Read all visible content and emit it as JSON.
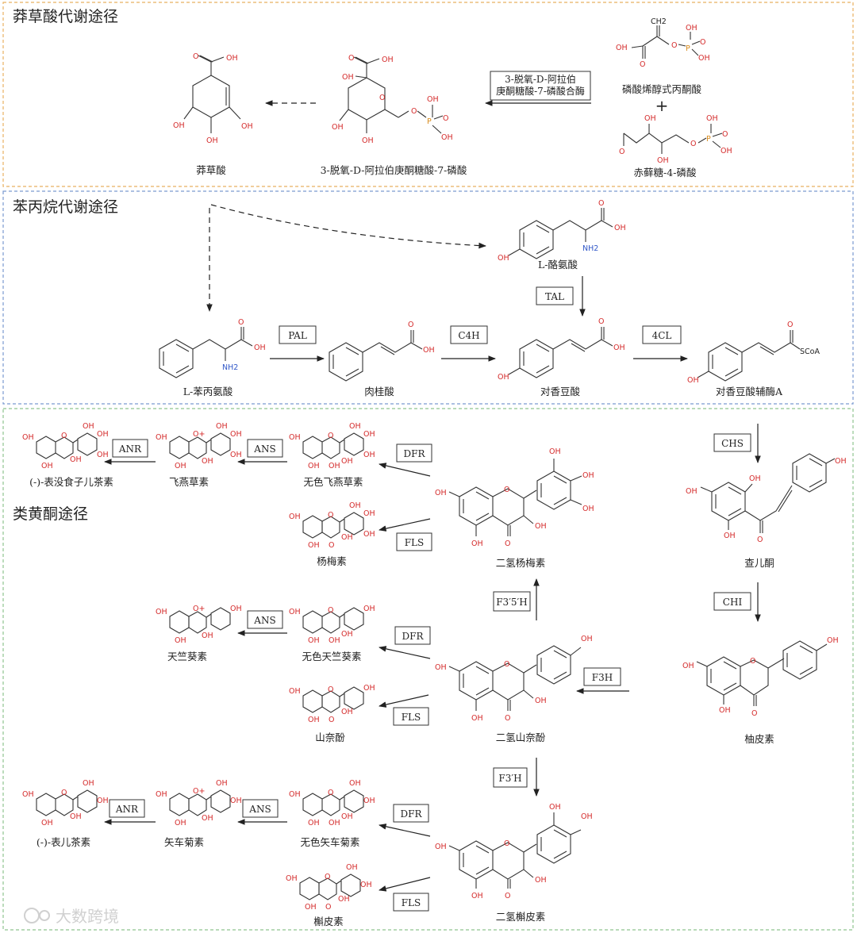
{
  "sections": {
    "shikimate": {
      "title": "莽草酸代谢途径",
      "border_color": "#e8b060"
    },
    "phenylpropanoid": {
      "title": "苯丙烷代谢途径",
      "border_color": "#7a9ad0"
    },
    "flavonoid": {
      "title": "类黄酮途径",
      "border_color": "#8fc48f"
    }
  },
  "compounds": {
    "shikimic_acid": "莽草酸",
    "dahp": "3-脱氧-D-阿拉伯庚酮糖酸-7-磷酸",
    "pep": "磷酸烯醇式丙酮酸",
    "e4p": "赤藓糖-4-磷酸",
    "tyrosine": "L-酪氨酸",
    "phenylalanine": "L-苯丙氨酸",
    "cinnamic_acid": "肉桂酸",
    "p_coumaric_acid": "对香豆酸",
    "p_coumaroyl_coa": "对香豆酸辅酶A",
    "chalcone": "查儿酮",
    "naringenin": "柚皮素",
    "dihydromyricetin": "二氢杨梅素",
    "leucodelphinidin": "无色飞燕草素",
    "delphinidin": "飞燕草素",
    "epigallocatechin": "(-)-表没食子儿茶素",
    "myricetin": "杨梅素",
    "dihydrokaempferol": "二氢山奈酚",
    "leucopelargonidin": "无色天竺葵素",
    "pelargonidin": "天竺葵素",
    "kaempferol": "山奈酚",
    "dihydroquercetin": "二氢槲皮素",
    "leucocyanidin": "无色矢车菊素",
    "cyanidin": "矢车菊素",
    "epicatechin": "(-)-表儿茶素",
    "quercetin": "槲皮素"
  },
  "enzymes": {
    "dahp_synthase_line1": "3-脱氧-D-阿拉伯",
    "dahp_synthase_line2": "庚酮糖酸-7-磷酸合酶",
    "tal": "TAL",
    "pal": "PAL",
    "c4h": "C4H",
    "cl4": "4CL",
    "chs": "CHS",
    "chi": "CHI",
    "f3h": "F3H",
    "f35h": "F3′5′H",
    "f3h_prime": "F3′H",
    "dfr1": "DFR",
    "ans1": "ANS",
    "anr1": "ANR",
    "fls1": "FLS",
    "dfr2": "DFR",
    "ans2": "ANS",
    "fls2": "FLS",
    "dfr3": "DFR",
    "ans3": "ANS",
    "anr2": "ANR",
    "fls3": "FLS"
  },
  "atoms": {
    "oh": "OH",
    "o": "O",
    "p": "P",
    "nh2": "NH2",
    "scoa": "SCoA",
    "oplus": "O+"
  },
  "plus_sign": "+",
  "watermark": "大数跨境"
}
